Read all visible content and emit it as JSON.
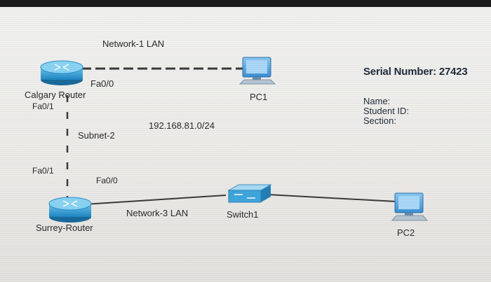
{
  "network1": "Network-1 LAN",
  "calgary": {
    "name": "Calgary Router",
    "fa00": "Fa0/0",
    "fa01": "Fa0/1"
  },
  "pc1": "PC1",
  "subnet": {
    "name": "Subnet-2",
    "address": "192.168.81.0/24"
  },
  "surrey": {
    "name": "Surrey-Router",
    "fa01": "Fa0/1",
    "fa00": "Fa0/0"
  },
  "network3": "Network-3 LAN",
  "switch": "Switch1",
  "pc2": "PC2",
  "info": {
    "serial": "Serial Number: 27423",
    "name": "Name:",
    "student_id": "Student ID:",
    "section": "Section:"
  },
  "colors": {
    "router": "#2f9ed6",
    "pc": "#4f9fde",
    "switch": "#3fa6dc",
    "link": "#3a3a3a"
  }
}
